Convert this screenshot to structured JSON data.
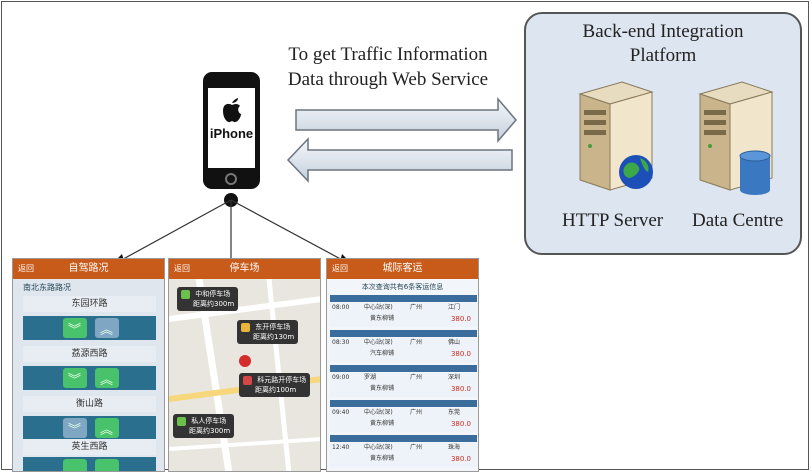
{
  "web_service_label": [
    "To get Traffic Information",
    "Data through Web Service"
  ],
  "platform": {
    "title": [
      "Back-end Integration",
      "Platform"
    ],
    "servers": [
      {
        "label": "HTTP Server",
        "icon": "server-globe-icon"
      },
      {
        "label": "Data Centre",
        "icon": "server-database-icon"
      }
    ]
  },
  "phone": {
    "brand": "iPhone",
    "icon": "apple-logo-icon"
  },
  "screens": [
    {
      "title": "自驾路况",
      "back": "返回",
      "subheader": "南北东路路况",
      "roads": [
        "东园环路",
        "荔源西路",
        "衡山路",
        "英生西路"
      ]
    },
    {
      "title": "停车场",
      "back": "返回",
      "parkings": [
        {
          "name": "中和停车场",
          "dist": "距离约300m"
        },
        {
          "name": "东开停车场",
          "dist": "距离约130m"
        },
        {
          "name": "科元路开停车场",
          "dist": "距离约100m"
        },
        {
          "name": "私人停车场",
          "dist": "距离约300m"
        }
      ]
    },
    {
      "title": "城际客运",
      "back": "返回",
      "subheader": "本次查询共有6条客运信息",
      "rows": [
        {
          "time": "08:00",
          "from": "中心站(深)",
          "to": "广州",
          "dest": "江门",
          "station": "黄东柳铺",
          "price": "380.0"
        },
        {
          "time": "08:30",
          "from": "中心站(深)",
          "to": "广州",
          "dest": "佛山",
          "station": "汽车柳铺",
          "price": "380.0"
        },
        {
          "time": "09:00",
          "from": "罗湖",
          "to": "广州",
          "dest": "深圳",
          "station": "黄东柳铺",
          "price": "380.0"
        },
        {
          "time": "09:40",
          "from": "中心站(深)",
          "to": "广州",
          "dest": "东莞",
          "station": "黄东柳铺",
          "price": "380.0"
        },
        {
          "time": "12:40",
          "from": "中心站(深)",
          "to": "广州",
          "dest": "珠海",
          "station": "黄东柳铺",
          "price": "380.0"
        }
      ]
    }
  ]
}
